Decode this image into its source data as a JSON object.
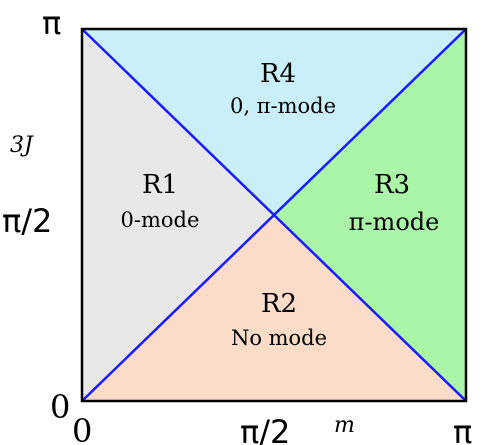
{
  "axes": {
    "x_label": "m",
    "y_label": "3J",
    "x_ticks": [
      "0",
      "π/2",
      "π"
    ],
    "y_ticks": [
      "0",
      "π/2",
      "π"
    ]
  },
  "regions": [
    {
      "id": "R1",
      "name": "R1",
      "mode": "0-mode",
      "color": "#e8e8e8"
    },
    {
      "id": "R2",
      "name": "R2",
      "mode": "No mode",
      "color": "#fadcc8"
    },
    {
      "id": "R3",
      "name": "R3",
      "mode": "π-mode",
      "color": "#aaf5a8"
    },
    {
      "id": "R4",
      "name": "R4",
      "mode": "0, π-mode",
      "color": "#c9f0fa"
    }
  ],
  "colors": {
    "boundary": "#1a1aff",
    "frame": "#000000"
  }
}
